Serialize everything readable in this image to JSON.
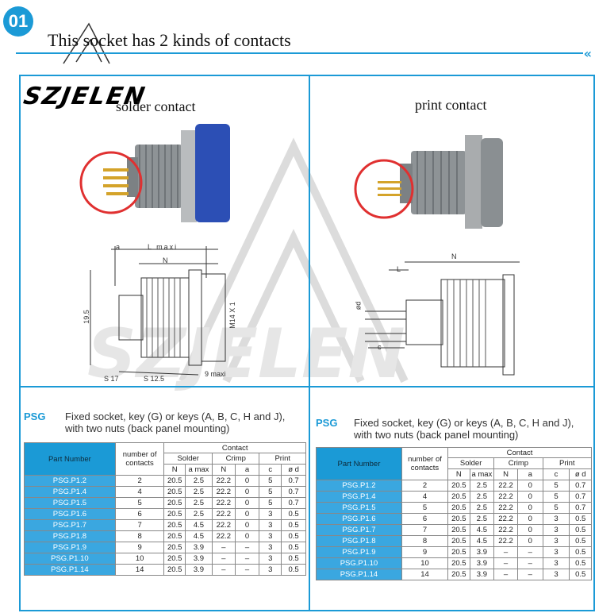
{
  "header": {
    "badge": "01",
    "title": "This socket has  2 kinds of contacts"
  },
  "brand": {
    "logo": "SZJELEN"
  },
  "left_panel": {
    "caption": "solder contact",
    "drawing_labels": {
      "a": "a",
      "lmax": "L maxi",
      "n": "N",
      "h": "19.5",
      "thread": "M14 X 1",
      "s17": "S 17",
      "s12": "S 12.5",
      "max9": "9 maxi"
    }
  },
  "right_panel": {
    "caption": "print contact",
    "drawing_labels": {
      "n": "N",
      "l": "L",
      "od": "ød",
      "c": "c"
    }
  },
  "product": {
    "code": "PSG",
    "description_line1": "Fixed socket, key (G) or keys (A, B, C, H and J),",
    "description_line2": "with two nuts (back panel mounting)"
  },
  "table": {
    "headers": {
      "part_number": "Part Number",
      "num_contacts": "number of contacts",
      "contact": "Contact",
      "solder": "Solder",
      "crimp": "Crimp",
      "print": "Print",
      "n": "N",
      "amax": "a max",
      "n2": "N",
      "a": "a",
      "c": "c",
      "od": "ø d"
    },
    "rows": [
      [
        "PSG.P1.2",
        "2",
        "20.5",
        "2.5",
        "22.2",
        "0",
        "5",
        "0.7"
      ],
      [
        "PSG.P1.4",
        "4",
        "20.5",
        "2.5",
        "22.2",
        "0",
        "5",
        "0.7"
      ],
      [
        "PSG.P1.5",
        "5",
        "20.5",
        "2.5",
        "22.2",
        "0",
        "5",
        "0.7"
      ],
      [
        "PSG.P1.6",
        "6",
        "20.5",
        "2.5",
        "22.2",
        "0",
        "3",
        "0.5"
      ],
      [
        "PSG.P1.7",
        "7",
        "20.5",
        "4.5",
        "22.2",
        "0",
        "3",
        "0.5"
      ],
      [
        "PSG.P1.8",
        "8",
        "20.5",
        "4.5",
        "22.2",
        "0",
        "3",
        "0.5"
      ],
      [
        "PSG.P1.9",
        "9",
        "20.5",
        "3.9",
        "–",
        "–",
        "3",
        "0.5"
      ],
      [
        "PSG.P1.10",
        "10",
        "20.5",
        "3.9",
        "–",
        "–",
        "3",
        "0.5"
      ],
      [
        "PSG.P1.14",
        "14",
        "20.5",
        "3.9",
        "–",
        "–",
        "3",
        "0.5"
      ]
    ]
  },
  "colors": {
    "accent": "#1b9ad6",
    "connector_body": "#8e9396",
    "nut_blue": "#2c4fb5",
    "gold_pins": "#d4a32a",
    "highlight_ring": "#e03030"
  }
}
